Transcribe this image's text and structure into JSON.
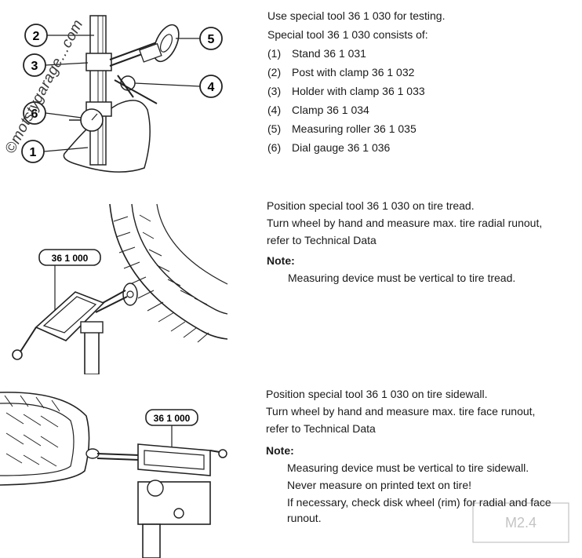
{
  "watermark": "©motstygarage...com",
  "section1": {
    "callouts": [
      "2",
      "3",
      "5",
      "4",
      "6",
      "1"
    ],
    "lines": [
      "Use special tool 36 1 030    for testing.",
      "Special tool 36 1 030    consists of:"
    ],
    "items": [
      {
        "num": "(1)",
        "text": "Stand 36 1 031"
      },
      {
        "num": "(2)",
        "text": "Post with clamp 36 1 032"
      },
      {
        "num": "(3)",
        "text": "Holder with clamp 36 1 033"
      },
      {
        "num": "(4)",
        "text": "Clamp 36 1 034"
      },
      {
        "num": "(5)",
        "text": "Measuring roller 36 1 035"
      },
      {
        "num": "(6)",
        "text": "Dial gauge 36 1 036"
      }
    ]
  },
  "section2": {
    "badge": "36 1 000",
    "lines": [
      "Position special tool 36 1 030    on tire tread.",
      "Turn wheel by hand and measure max. tire radial runout,",
      "refer to Technical Data"
    ],
    "note_label": "Note:",
    "note_lines": [
      "Measuring device must be vertical to tire tread."
    ]
  },
  "section3": {
    "badge": "36 1 000",
    "lines": [
      "Position special tool 36 1 030    on tire sidewall.",
      "Turn wheel by hand and measure max. tire face runout,",
      "refer to Technical Data"
    ],
    "note_label": "Note:",
    "note_lines": [
      "Measuring device must be vertical to tire sidewall.",
      "Never measure on printed text on tire!",
      "If necessary, check disk wheel (rim) for radial and face",
      "runout."
    ]
  },
  "stamp": "M2.4"
}
